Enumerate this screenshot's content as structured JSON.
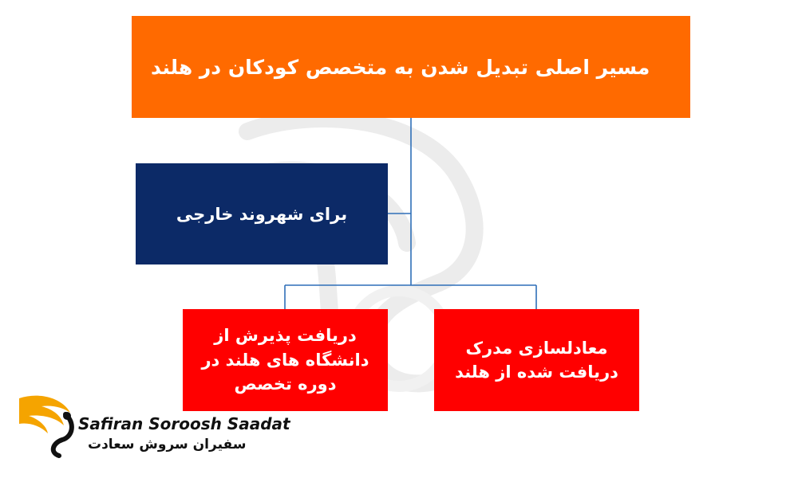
{
  "diagram": {
    "title": "مسیر اصلی تبدیل شدن به متخصص کودکان در هلند",
    "group_label": "برای شهروند خارجی",
    "steps": [
      "دریافت پذیرش از\nدانشگاه های هلند در\nدوره تخصص",
      "معادلسازی مدرک\nدریافت شده از هلند"
    ]
  },
  "logo": {
    "name_en": "Safiran Soroosh Saadat",
    "name_fa": "سفیران سروش سعادت"
  },
  "colors": {
    "title_bg": "#ff6a00",
    "group_bg": "#0c2a67",
    "step_bg": "#ff0000",
    "connector": "#2f6fb8",
    "logo_gold": "#f5a400"
  }
}
